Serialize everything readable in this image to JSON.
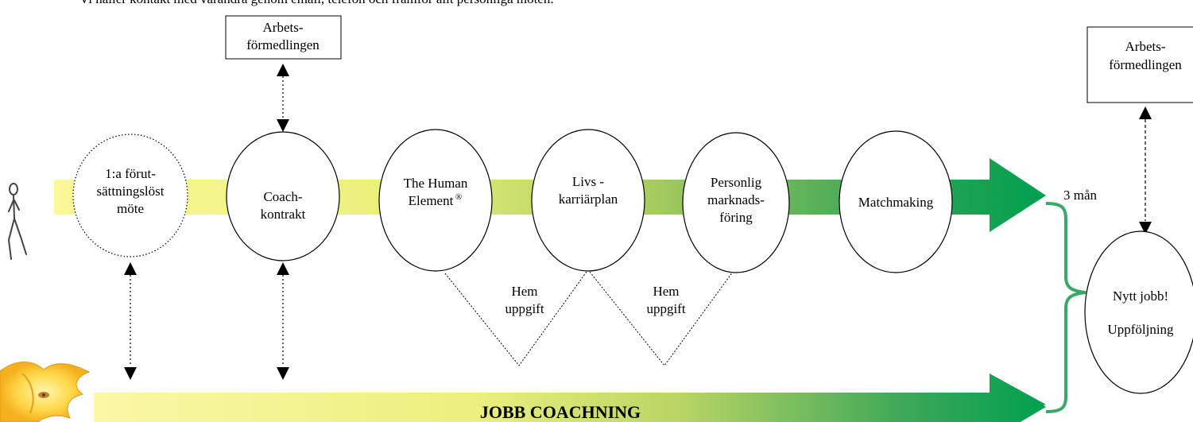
{
  "intro_text": "Vi håller kontakt med varandra genom email, telefon och framför allt personliga möten.",
  "boxes": {
    "arbetsformedlingen_1": [
      "Arbets-",
      "förmedlingen"
    ],
    "arbetsformedlingen_2": [
      "Arbets-",
      "förmedlingen"
    ]
  },
  "steps": {
    "step1": [
      "1:a förut-",
      "sättningslöst",
      "möte"
    ],
    "step2": [
      "Coach-",
      "kontrakt"
    ],
    "step3": [
      "The Human",
      "Element"
    ],
    "step3_sup": "®",
    "step4": [
      "Livs -",
      "karriärplan"
    ],
    "step5": [
      "Personlig",
      "marknads-",
      "föring"
    ],
    "step6": [
      "Matchmaking"
    ]
  },
  "homework": {
    "hw1": [
      "Hem",
      "uppgift"
    ],
    "hw2": [
      "Hem",
      "uppgift"
    ]
  },
  "duration_label": "3 mån",
  "result": [
    "Nytt jobb!",
    "Uppföljning"
  ],
  "bottom_arrow_label": "JOBB COACHNING",
  "colors": {
    "arrow_start": "#fbf7a0",
    "arrow_end": "#00a050",
    "brace": "#3aa86a"
  }
}
